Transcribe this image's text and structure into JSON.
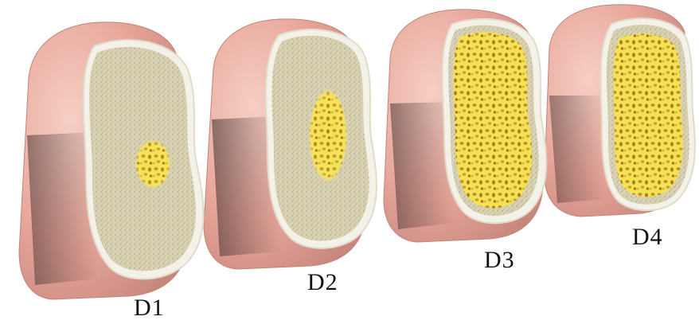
{
  "colors": {
    "gum_pink": "#e9a79b",
    "gum_pink_dark": "#c9837a",
    "gum_pink_light": "#f4c8bd",
    "cortical_white": "#f4f1e8",
    "compact_bone": "#d9d2b4",
    "compact_speckle": "#a49c82",
    "cancellous_yellow": "#f0e24a",
    "marrow_orange": "#c98a3a",
    "shadow": "#3a2e2c"
  },
  "icons": {
    "bone_section": "bone-cross-section-icon"
  },
  "specimens": [
    {
      "id": "d1",
      "label": "D1",
      "cancellous_fraction": 0.08
    },
    {
      "id": "d2",
      "label": "D2",
      "cancellous_fraction": 0.3
    },
    {
      "id": "d3",
      "label": "D3",
      "cancellous_fraction": 0.85
    },
    {
      "id": "d4",
      "label": "D4",
      "cancellous_fraction": 0.92
    }
  ]
}
